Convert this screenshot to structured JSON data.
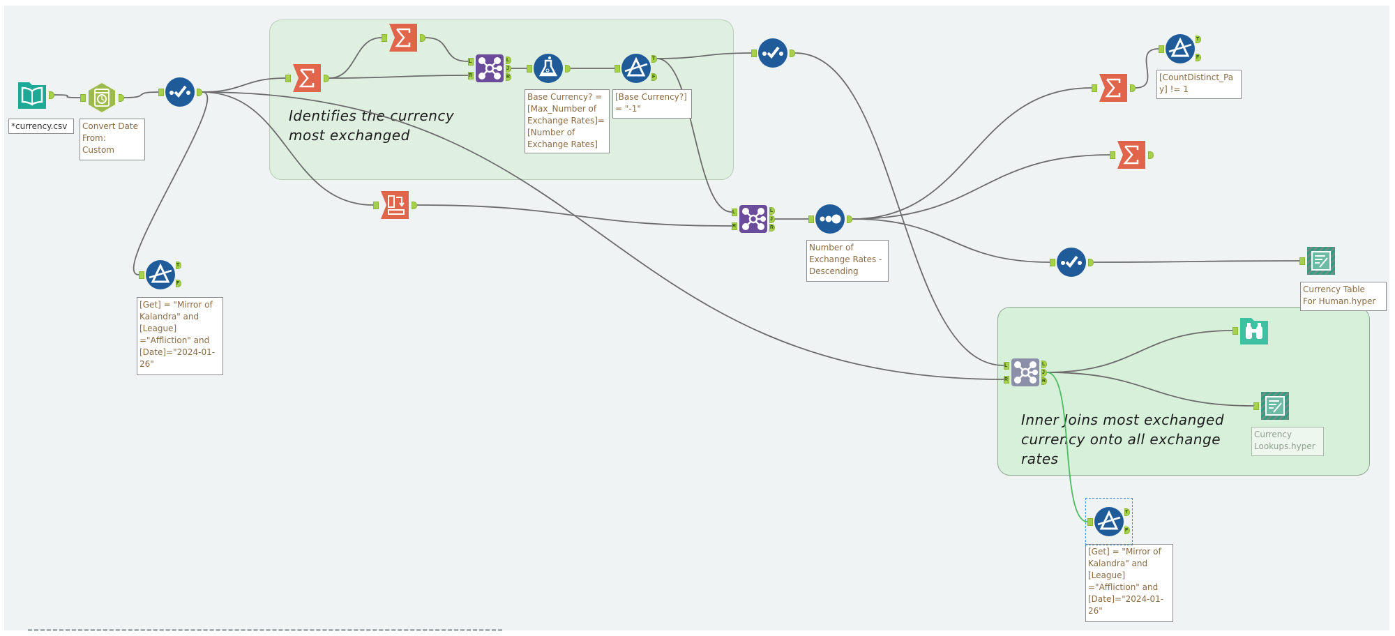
{
  "canvas": {
    "background": "#eff3f4"
  },
  "containers": [
    {
      "id": "identify",
      "comment": "Identifies the currency most exchanged"
    },
    {
      "id": "inner-join",
      "comment": "Inner Joins most exchanged currency onto all exchange rates"
    }
  ],
  "tools": {
    "input": {
      "type": "input-data",
      "annotation": "*currency.csv"
    },
    "datetime": {
      "type": "datetime",
      "annotation": "Convert Date\nFrom:\nCustom"
    },
    "select1": {
      "type": "select",
      "annotation": ""
    },
    "summarize1": {
      "type": "summarize",
      "annotation": ""
    },
    "summarize2": {
      "type": "summarize",
      "annotation": ""
    },
    "join1": {
      "type": "join",
      "anchors": {
        "left": "L",
        "right": "R",
        "out": [
          "L",
          "J",
          "R"
        ]
      }
    },
    "formula1": {
      "type": "formula",
      "annotation": "Base Currency? =\n[Max_Number of\nExchange Rates]=\n[Number of\nExchange Rates]"
    },
    "filter1": {
      "type": "filter",
      "annotation": "[Base Currency?]\n= \"-1\"",
      "anchors": [
        "T",
        "F"
      ]
    },
    "select2": {
      "type": "select",
      "annotation": ""
    },
    "crosstab": {
      "type": "cross-tab",
      "annotation": ""
    },
    "join2": {
      "type": "join",
      "anchors": {
        "left": "L",
        "right": "R",
        "out": [
          "L",
          "J",
          "R"
        ]
      }
    },
    "sort": {
      "type": "sort",
      "annotation": "Number of\nExchange Rates -\nDescending"
    },
    "summarize3": {
      "type": "summarize",
      "annotation": ""
    },
    "filter2": {
      "type": "filter",
      "annotation": "[CountDistinct_Pa\ny] != 1",
      "anchors": [
        "T",
        "F"
      ]
    },
    "summarize4": {
      "type": "summarize",
      "annotation": ""
    },
    "select3": {
      "type": "select",
      "annotation": ""
    },
    "output1": {
      "type": "output-data",
      "annotation": "Currency Table\nFor Human.hyper"
    },
    "filter3": {
      "type": "filter",
      "annotation": "[Get] = \"Mirror of\nKalandra\" and\n[League]\n=\"Affliction\" and\n[Date]=\"2024-01-\n26\"",
      "anchors": [
        "T",
        "F"
      ]
    },
    "join3": {
      "type": "join",
      "anchors": {
        "left": "L",
        "right": "R",
        "out": [
          "L",
          "J",
          "R"
        ]
      }
    },
    "browse": {
      "type": "browse",
      "annotation": ""
    },
    "output2": {
      "type": "output-data",
      "annotation": "Currency\nLookups.hyper"
    },
    "filter4": {
      "type": "filter",
      "annotation": "[Get] = \"Mirror of\nKalandra\" and\n[League]\n=\"Affliction\" and\n[Date]=\"2024-01-\n26\"",
      "anchors": [
        "T",
        "F"
      ],
      "selected": true
    }
  },
  "colors": {
    "summarize": "#e0654a",
    "join": "#6b4c9a",
    "join_disabled": "#8c8fa8",
    "blue_tool": "#1f5b99",
    "input": "#1ea896",
    "datetime": "#9dbb4a",
    "anchor": "#a6d149",
    "wire": "#6b6b6b",
    "wire_selected": "#4cbb5f",
    "browse": "#3fc0a0"
  }
}
